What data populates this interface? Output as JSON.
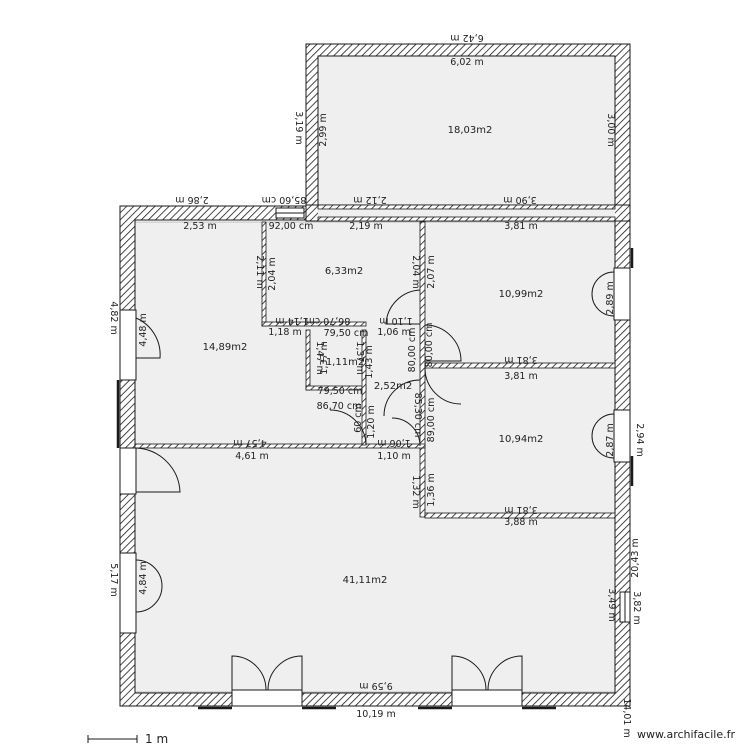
{
  "rooms": [
    {
      "id": "r1",
      "area": "18,03m2"
    },
    {
      "id": "r2",
      "area": "6,33m2"
    },
    {
      "id": "r3",
      "area": "10,99m2"
    },
    {
      "id": "r4",
      "area": "14,89m2"
    },
    {
      "id": "r5",
      "area": "1,11m2"
    },
    {
      "id": "r6",
      "area": "2,52m2"
    },
    {
      "id": "r7",
      "area": "10,94m2"
    },
    {
      "id": "r8",
      "area": "41,11m2"
    }
  ],
  "dimensions": [
    "6,42 m",
    "6,02 m",
    "2,99 m",
    "3,19 m",
    "3,00 m",
    "2,86 m",
    "85,60 cm",
    "2,12 m",
    "3,90 m",
    "2,53 m",
    "92,00 cm",
    "2,19 m",
    "3,81 m",
    "2,11 m",
    "2,04 m",
    "2,04 m",
    "2,07 m",
    "2,89 m",
    "1,18 m",
    "86,70 cm",
    "1,14 m",
    "1,10 m",
    "1,06 m",
    "4,82 m",
    "4,48 m",
    "1,47 m",
    "1,37 m",
    "1,37 m",
    "1,43 m",
    "3,81 m",
    "3,81 m",
    "79,50 cm",
    "80,00 cm",
    "79,50 cm",
    "86,70 cm",
    "1,20 m",
    "80,00 cm",
    "85,30 cm",
    "89,00 cm",
    "4,57 m",
    "4,61 m",
    "1,06 m",
    "1,10 m",
    "2,87 m",
    "2,94 m",
    "1,32 m",
    "1,36 m",
    "3,81 m",
    "3,88 m",
    "5,17 m",
    "4,84 m",
    "3,49 m",
    "3,82 m",
    "20,43 m",
    "9,59 m",
    "10,19 m",
    "14,01 m",
    "60 cm"
  ],
  "scale": {
    "label": "1 m"
  },
  "brand": {
    "text": "www.archifacile.fr"
  }
}
